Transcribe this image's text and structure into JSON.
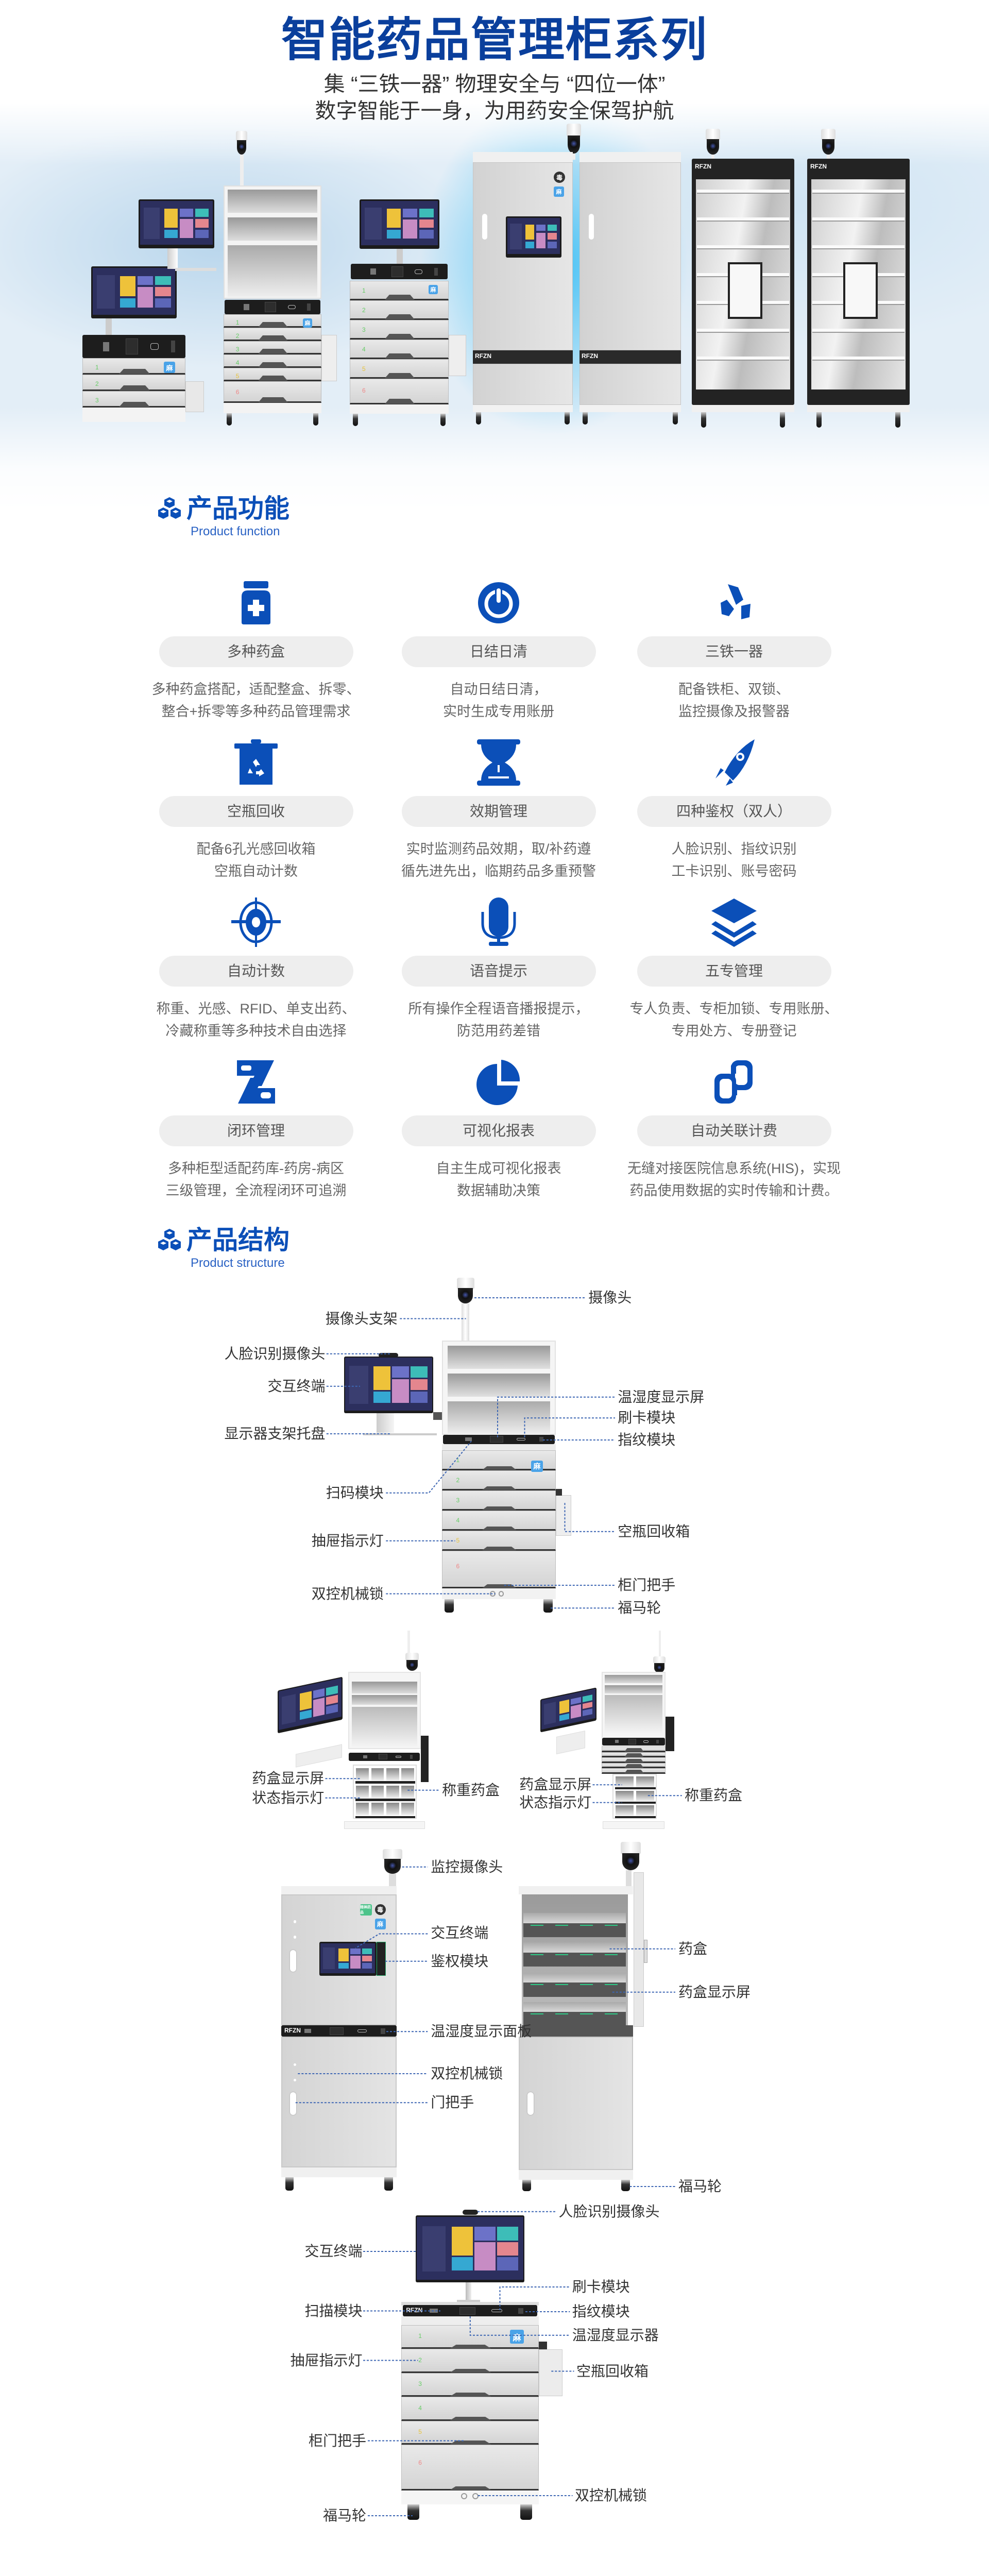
{
  "hero": {
    "title": "智能药品管理柜系列",
    "subtitle_line1": "集 “三铁一器” 物理安全与 “四位一体”",
    "subtitle_line2": "数字智能于一身，为用药安全保驾护航"
  },
  "colors": {
    "brand_blue": "#0b4fb8",
    "title_blue": "#0a3f9c",
    "pill_bg": "#eeeeee",
    "leader_line": "#3d66b3"
  },
  "function_section": {
    "title": "产品功能",
    "subtitle": "Product function",
    "features": [
      {
        "icon": "medicine-bottle-icon",
        "title": "多种药盒",
        "desc": [
          "多种药盒搭配，适配整盒、拆零、",
          "整合+拆零等多种药品管理需求"
        ]
      },
      {
        "icon": "power-icon",
        "title": "日结日清",
        "desc": [
          "自动日结日清，",
          "实时生成专用账册"
        ]
      },
      {
        "icon": "lock-chain-icon",
        "title": "三铁一器",
        "desc": [
          "配备铁柜、双锁、",
          "监控摄像及报警器"
        ]
      },
      {
        "icon": "recycle-bin-icon",
        "title": "空瓶回收",
        "desc": [
          "配备6孔光感回收箱",
          "空瓶自动计数"
        ]
      },
      {
        "icon": "hourglass-icon",
        "title": "效期管理",
        "desc": [
          "实时监测药品效期，取/补药遵",
          "循先进先出，临期药品多重预警"
        ]
      },
      {
        "icon": "rocket-icon",
        "title": "四种鉴权（双人）",
        "desc": [
          "人脸识别、指纹识别",
          "工卡识别、账号密码"
        ]
      },
      {
        "icon": "target-icon",
        "title": "自动计数",
        "desc": [
          "称重、光感、RFID、单支出药、",
          "冷藏称重等多种技术自由选择"
        ]
      },
      {
        "icon": "microphone-icon",
        "title": "语音提示",
        "desc": [
          "所有操作全程语音播报提示，",
          "防范用药差错"
        ]
      },
      {
        "icon": "layers-icon",
        "title": "五专管理",
        "desc": [
          "专人负责、专柜加锁、专用账册、",
          "专用处方、专册登记"
        ]
      },
      {
        "icon": "closed-loop-icon",
        "title": "闭环管理",
        "desc": [
          "多种柜型适配药库-药房-病区",
          "三级管理，全流程闭环可追溯"
        ]
      },
      {
        "icon": "pie-chart-icon",
        "title": "可视化报表",
        "desc": [
          "自主生成可视化报表",
          "数据辅助决策"
        ]
      },
      {
        "icon": "link-icon",
        "title": "自动关联计费",
        "desc": [
          "无缝对接医院信息系统(HIS)，实现",
          "药品使用数据的实时传输和计费。"
        ]
      }
    ]
  },
  "structure_section": {
    "title": "产品结构",
    "subtitle": "Product structure",
    "diagram1": [
      "摄像头",
      "摄像头支架",
      "人脸识别摄像头",
      "交互终端",
      "显示器支架托盘",
      "温湿度显示屏",
      "刷卡模块",
      "指纹模块",
      "扫码模块",
      "空瓶回收箱",
      "抽屉指示灯",
      "柜门把手",
      "双控机械锁",
      "福马轮"
    ],
    "diagram2_left": [
      "药盒显示屏",
      "状态指示灯",
      "称重药盒"
    ],
    "diagram2_right": [
      "药盒显示屏",
      "状态指示灯",
      "称重药盒"
    ],
    "diagram3": [
      "监控摄像头",
      "交互终端",
      "鉴权模块",
      "温湿度显示面板",
      "双控机械锁",
      "门把手",
      "药盒",
      "药盒显示屏",
      "福马轮"
    ],
    "diagram4": [
      "人脸识别摄像头",
      "交互终端",
      "扫描模块",
      "刷卡模块",
      "指纹模块",
      "温湿度显示器",
      "空瓶回收箱",
      "抽屉指示灯",
      "柜门把手",
      "双控机械锁",
      "福马轮"
    ]
  },
  "cabinet_marks": {
    "drawer_numbers": [
      "1",
      "2",
      "3",
      "4",
      "5",
      "6"
    ],
    "badge_ma": "麻",
    "badge_du": "毒",
    "badge_jingshen": "精神药品",
    "brand": "RFZN"
  }
}
